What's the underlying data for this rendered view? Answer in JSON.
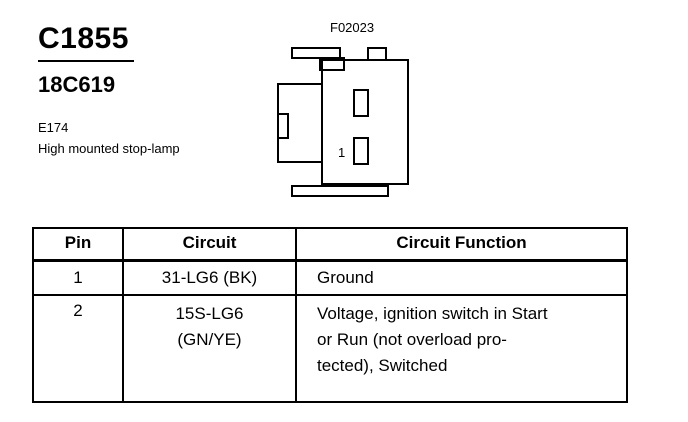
{
  "connector": {
    "code": "C1855",
    "part_number": "18C619",
    "location": "E174",
    "description": "High mounted stop-lamp",
    "figure_id": "F02023",
    "pin_marker": "1"
  },
  "table": {
    "headers": [
      "Pin",
      "Circuit",
      "Circuit Function"
    ],
    "rows": [
      {
        "pin": "1",
        "circuit": [
          "31-LG6 (BK)"
        ],
        "function": [
          "Ground"
        ]
      },
      {
        "pin": "2",
        "circuit": [
          "15S-LG6",
          "(GN/YE)"
        ],
        "function": [
          "Voltage, ignition switch in Start",
          "or Run (not overload pro-",
          "tected), Switched"
        ]
      }
    ]
  }
}
